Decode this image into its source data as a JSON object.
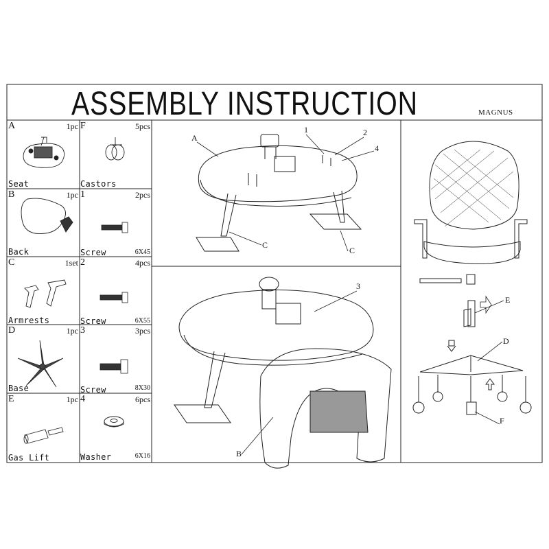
{
  "header": {
    "title": "ASSEMBLY INSTRUCTION",
    "brand": "MAGNUS"
  },
  "parts": [
    {
      "letter": "A",
      "qty": "1pc",
      "name": "Seat",
      "size": ""
    },
    {
      "letter": "F",
      "qty": "5pcs",
      "name": "Castors",
      "size": ""
    },
    {
      "letter": "B",
      "qty": "1pc",
      "name": "Back",
      "size": ""
    },
    {
      "letter": "1",
      "qty": "2pcs",
      "name": "Screw",
      "size": "6X45"
    },
    {
      "letter": "C",
      "qty": "1set",
      "name": "Armrests",
      "size": ""
    },
    {
      "letter": "2",
      "qty": "4pcs",
      "name": "Screw",
      "size": "6X55"
    },
    {
      "letter": "D",
      "qty": "1pc",
      "name": "Base",
      "size": ""
    },
    {
      "letter": "3",
      "qty": "3pcs",
      "name": "Screw",
      "size": "8X30"
    },
    {
      "letter": "E",
      "qty": "1pc",
      "name": "Gas Lift",
      "size": ""
    },
    {
      "letter": "4",
      "qty": "6pcs",
      "name": "Washer",
      "size": "6X16"
    }
  ],
  "step1": {
    "callouts": [
      "A",
      "1",
      "2",
      "4",
      "C",
      "C"
    ]
  },
  "step2": {
    "callouts": [
      "3",
      "B"
    ]
  },
  "step3": {
    "callouts": [
      "E",
      "D",
      "F"
    ]
  }
}
